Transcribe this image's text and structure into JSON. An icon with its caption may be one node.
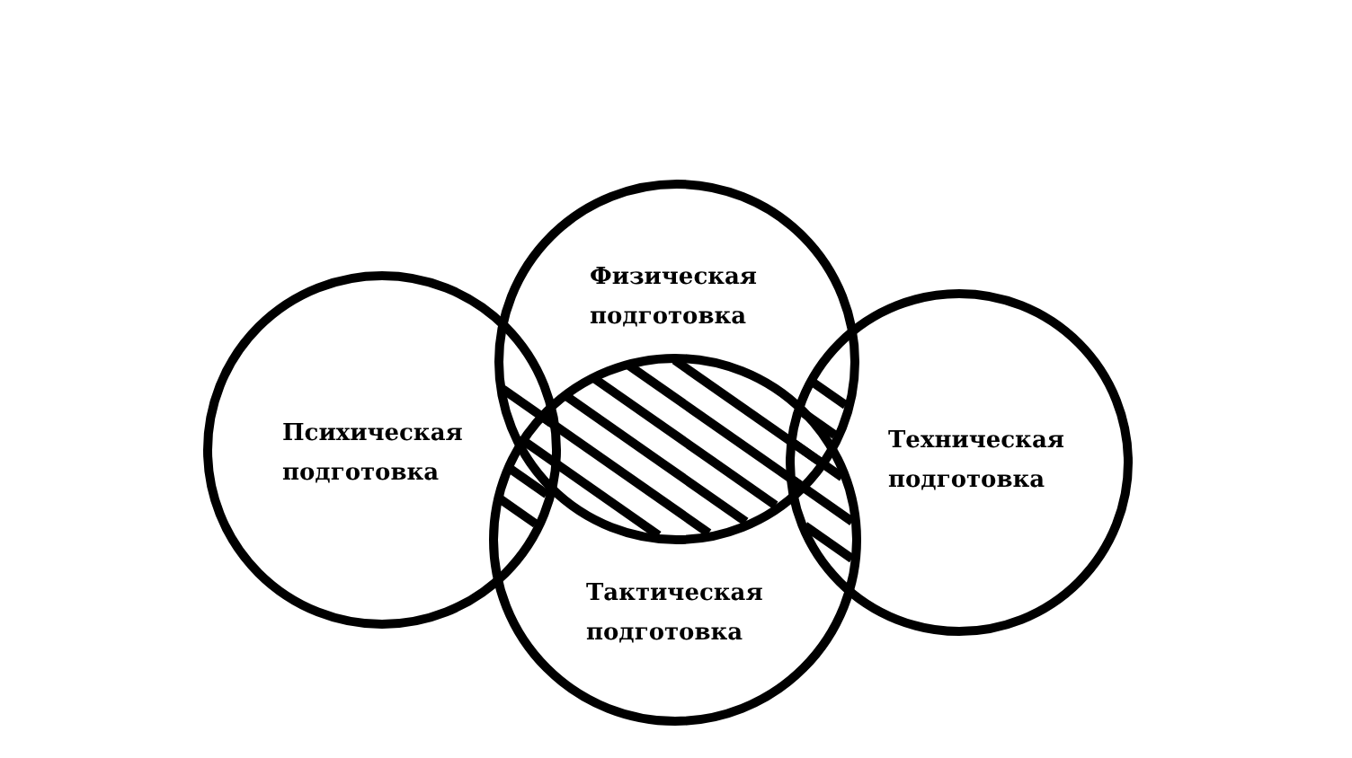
{
  "diagram": {
    "nodes": [
      {
        "text": [
          "Физическая подготовка"
        ]
      },
      {
        "text": [
          "Психическая подготовка"
        ]
      },
      {
        "text": [
          "Техническая подготовка"
        ]
      },
      {
        "text": [
          "Тактическая подготовка"
        ]
      }
    ]
  }
}
